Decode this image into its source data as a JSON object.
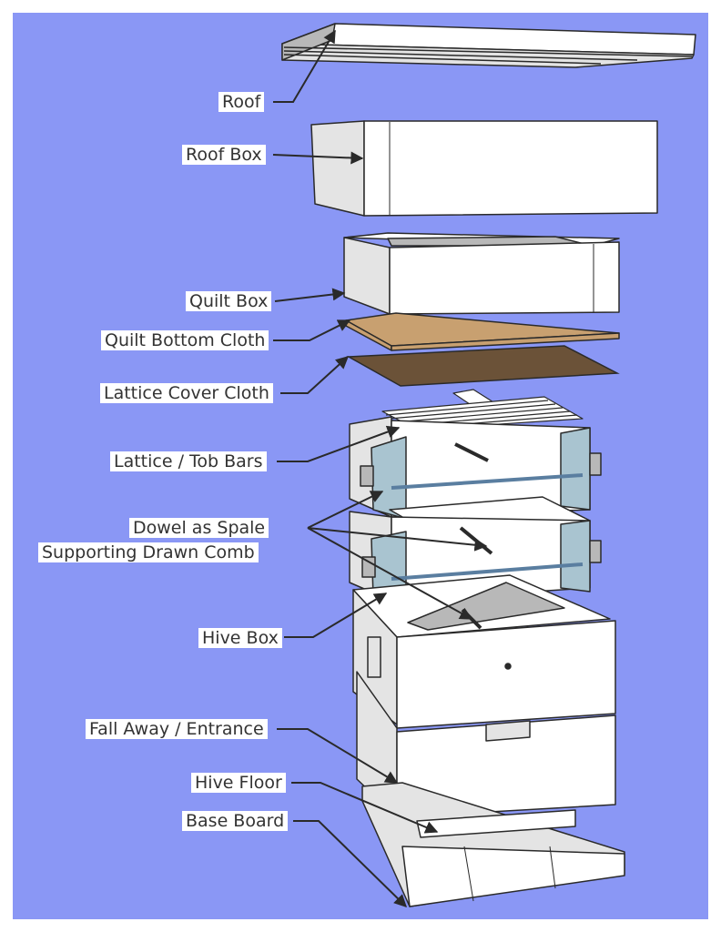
{
  "colors": {
    "background": "#8a97f5",
    "box_face": "#ffffff",
    "box_side": "#e4e4e4",
    "box_dark": "#b8b8b8",
    "outline": "#2a2a2a",
    "quilt_cloth": "#c8a070",
    "lattice_cloth": "#6b5238",
    "glass": "#a9c4d0",
    "label_text": "#333333",
    "label_bg": "#ffffff"
  },
  "labels": {
    "roof": "Roof",
    "roof_box": "Roof Box",
    "quilt_box": "Quilt Box",
    "quilt_bottom_cloth": "Quilt Bottom Cloth",
    "lattice_cover_cloth": "Lattice Cover Cloth",
    "lattice_top_bars": "Lattice / Tob Bars",
    "dowel_line1": "Dowel as Spale",
    "dowel_line2": "Supporting Drawn Comb",
    "hive_box": "Hive Box",
    "fall_away_entrance": "Fall Away / Entrance",
    "hive_floor": "Hive Floor",
    "base_board": "Base Board"
  }
}
